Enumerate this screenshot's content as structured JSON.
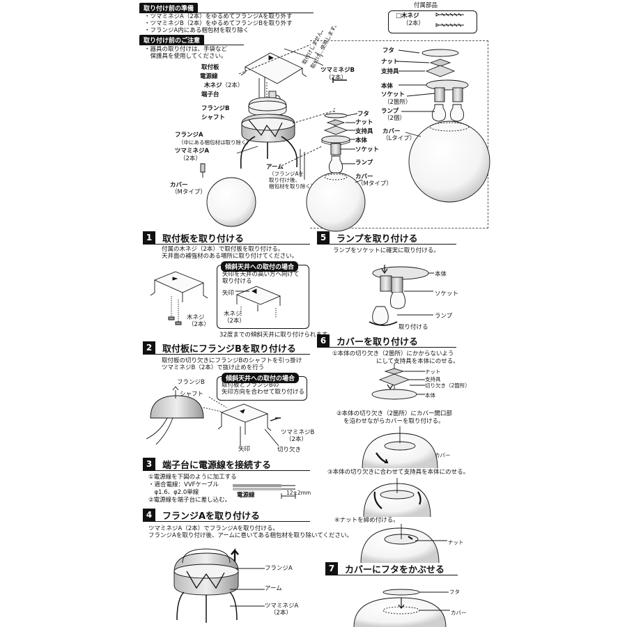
{
  "prep": {
    "header": "取り付け前の準備",
    "lines": [
      "・ツマミネジA（2本）をゆるめてフランジAを取り外す",
      "・ツマミネジB（2本）をゆるめてフランジBを取り外す",
      "・フランジA内にある梱包材を取り除く"
    ]
  },
  "caution": {
    "header": "取り付け前のご注意",
    "lines": [
      "・器具の取り付けは、手袋など",
      "　保護具を使用してください。"
    ]
  },
  "parts": {
    "title": "付属部品",
    "item": "□木ネジ",
    "qty": "（2本）"
  },
  "diagram_main": {
    "mount_plate": "取付板",
    "power_cable": "電源線",
    "wood_screw": "木ネジ",
    "wood_screw_qty": "（2本）",
    "terminal": "端子台",
    "flange_b": "フランジB",
    "shaft": "シャフト",
    "flange_a": "フランジA",
    "flange_a_note": "（中にある梱包材は取り除く）",
    "knob_a": "ツマミネジA",
    "knob_a_qty": "（2本）",
    "knob_b": "ツマミネジB",
    "knob_b_qty": "（2本）",
    "arm": "アーム",
    "arm_note": [
      "（フランジAを",
      "取り付け後、",
      "梱包材を取り除く）"
    ],
    "cover": "カバー",
    "cover_type": "（Mタイプ）",
    "bracket_note_1": "取付けしません。",
    "bracket_note_2": "取付け…使用します。"
  },
  "diagram_m": {
    "lid": "フタ",
    "nut": "ナット",
    "support": "支持具",
    "body": "本体",
    "socket": "ソケット",
    "lamp": "ランプ",
    "cover": "カバー",
    "cover_type": "（Mタイプ）"
  },
  "diagram_l": {
    "lid": "フタ",
    "nut": "ナット",
    "support": "支持具",
    "body": "本体",
    "socket": "ソケット",
    "socket_qty": "（2箇所）",
    "lamp": "ランプ",
    "lamp_qty": "（2個）",
    "cover": "カバー",
    "cover_type": "（Lタイプ）"
  },
  "step1": {
    "num": "1",
    "title": "取付板を取り付ける",
    "lines": [
      "付属の木ネジ（2本）で取付板を取り付ける。",
      "天井面の補強材のある場所に取り付けてください。"
    ],
    "slope_header": "傾斜天井への取付の場合",
    "slope_lines": [
      "矢印を天井の高い方へ向けて",
      "取り付ける"
    ],
    "arrow": "矢印",
    "wood_screw": "木ネジ",
    "wood_screw_qty": "（2本）",
    "wood_screw_left": "木ネジ",
    "wood_screw_left_qty": "（2本）",
    "footer": "32度までの傾斜天井に取り付けられます。"
  },
  "step2": {
    "num": "2",
    "title": "取付板にフランジBを取り付ける",
    "lines": [
      "取付板の切り欠きにフランジBのシャフトを引っ掛け",
      "ツマミネジB（2本）で抜け止めを行う"
    ],
    "slope_header": "傾斜天井への取付の場合",
    "slope_lines": [
      "取付板とフランジBの",
      "矢印方向を合わせて取り付ける"
    ],
    "flange_b": "フランジB",
    "shaft": "シャフト",
    "knob_b": "ツマミネジB",
    "knob_b_qty": "（2本）",
    "arrow": "矢印",
    "notch": "切り欠き"
  },
  "step3": {
    "num": "3",
    "title": "端子台に電源線を接続する",
    "lines": [
      "①電源線を下図のように加工する",
      "・適合電線：VVFケーブル",
      "　φ1.6、φ2.0単線",
      "②電源線を端子台に差し込む。"
    ],
    "cable": "電源線",
    "strip": "12±2mm"
  },
  "step4": {
    "num": "4",
    "title": "フランジAを取り付ける",
    "lines": [
      "ツマミネジA（2本）でフランジAを取り付ける。",
      "フランジAを取り付け後、アームに巻いてある梱包材を取り除いてください。"
    ],
    "flange_a": "フランジA",
    "arm": "アーム",
    "knob_a": "ツマミネジA",
    "knob_a_qty": "（2本）"
  },
  "step5": {
    "num": "5",
    "title": "ランプを取り付ける",
    "line": "ランプをソケットに確実に取り付ける。",
    "body": "本体",
    "socket": "ソケット",
    "lamp": "ランプ",
    "attach": "取り付ける"
  },
  "step6": {
    "num": "6",
    "title": "カバーを取り付ける",
    "s1": [
      "①本体の切り欠き（2箇所）にかからないよう",
      "にして支持具を本体にのせる。"
    ],
    "s1_labels": [
      "ナット",
      "支持具",
      "切り欠き（2箇所）",
      "本体"
    ],
    "s2": [
      "②本体の切り欠き（2箇所）にカバー開口部",
      "を沿わせながらカバーを取り付ける。"
    ],
    "s2_label": "カバー",
    "s3": "③本体の切り欠きに合わせて支持具を本体にのせる。",
    "s4": "④ナットを締め付ける。",
    "s4_label": "ナット"
  },
  "step7": {
    "num": "7",
    "title": "カバーにフタをかぶせる",
    "lid": "フタ",
    "cover": "カバー"
  }
}
